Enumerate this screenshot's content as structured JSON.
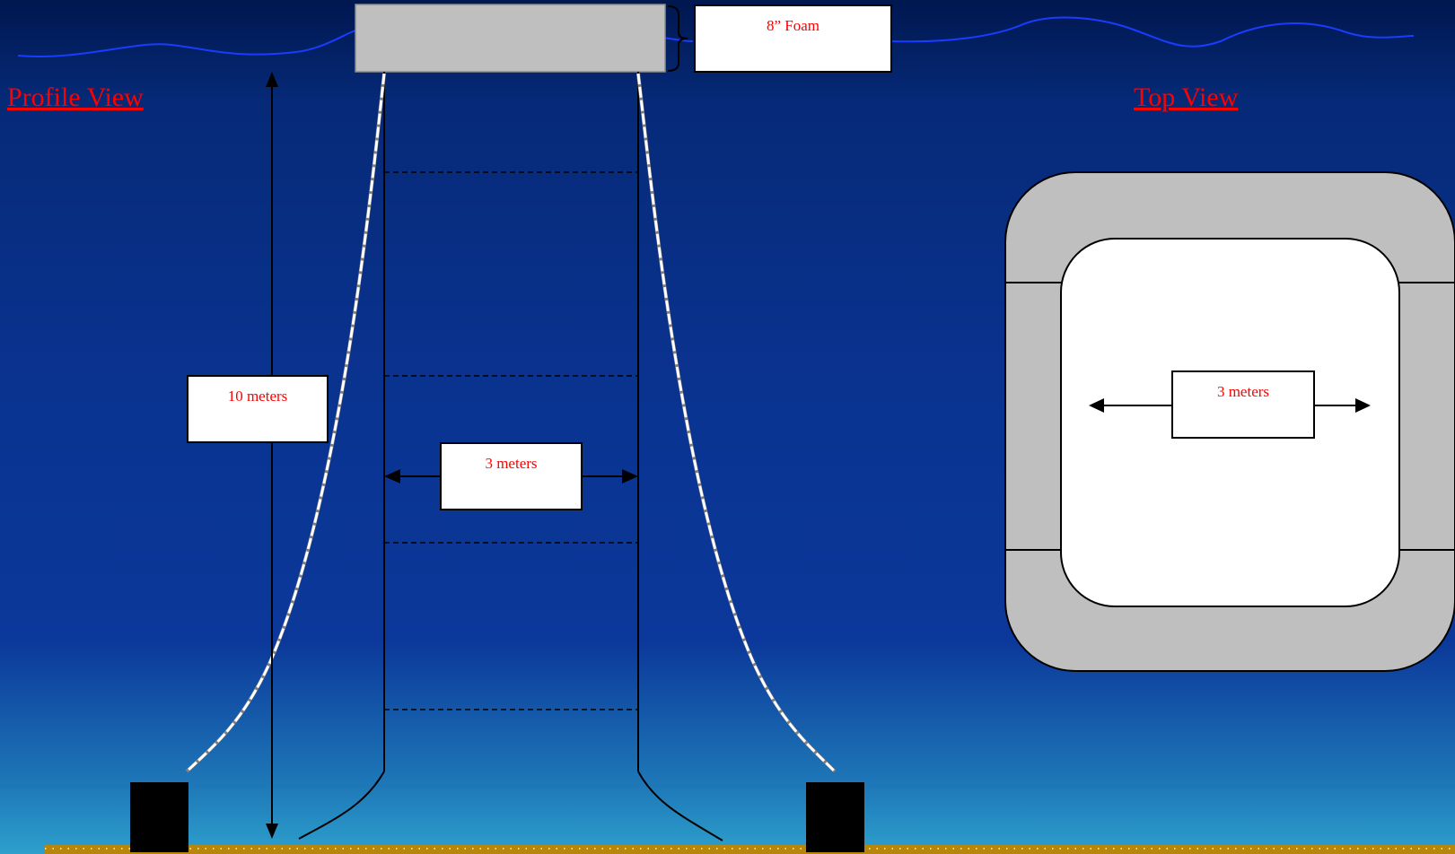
{
  "titles": {
    "profile": "Profile View",
    "top": "Top View"
  },
  "labels": {
    "foam": "8” Foam",
    "depth": "10 meters",
    "width_profile": "3 meters",
    "width_top": "3 meters"
  },
  "colors": {
    "label_text": "#ff0000",
    "foam": "#bfbfbf",
    "seabed": "#b8860b",
    "water_line": "#1a3cff"
  }
}
